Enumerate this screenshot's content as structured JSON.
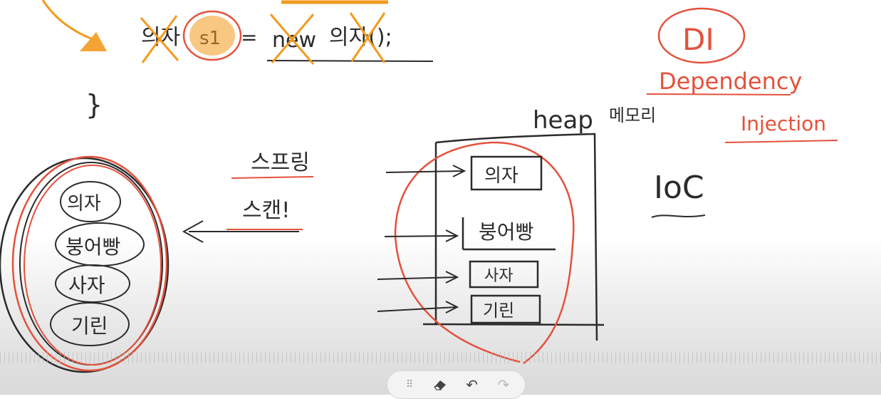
{
  "whiteboard": {
    "code_line": {
      "type_word": "의자",
      "var_name": "s1",
      "equals": "=",
      "new_keyword": "new",
      "constructor_call": "의자();"
    },
    "closing_brace": "}",
    "di_label": "DI",
    "dependency_word": "Dependency",
    "injection_word": "Injection",
    "heap_label": "heap",
    "memory_label": "메모리",
    "spring_label": "스프링",
    "scan_label": "스캔!",
    "ioc_label": "IoC",
    "left_items": [
      "의자",
      "붕어빵",
      "사자",
      "기린"
    ],
    "heap_items": [
      "의자",
      "붕어빵",
      "사자",
      "기린"
    ]
  },
  "toolbar": {
    "drag_handle": "⠿",
    "eraser_icon": "eraser-icon",
    "undo_icon": "undo-icon",
    "redo_icon": "redo-icon",
    "undo_glyph": "↶",
    "redo_glyph": "↷"
  },
  "colors": {
    "ink_dark": "#2b2b2b",
    "ink_red": "#e4513c",
    "ink_orange": "#f39a1e"
  }
}
